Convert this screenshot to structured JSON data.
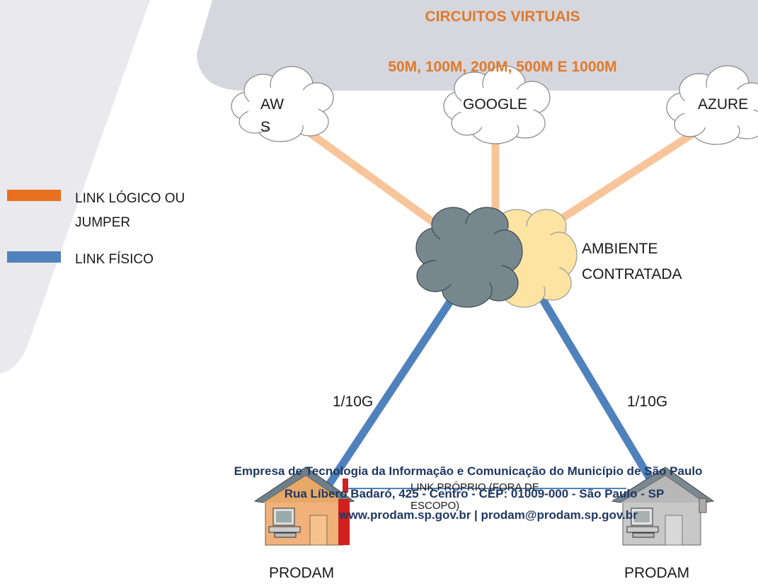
{
  "header": {
    "title": "CIRCUITOS VIRTUAIS",
    "speeds": "50M, 100M, 200M, 500M E 1000M"
  },
  "clouds": {
    "aws": "AW",
    "aws_wrap": "S",
    "google": "GOOGLE",
    "azure": "AZURE"
  },
  "legend": {
    "logical_line1": "LINK LÓGICO OU",
    "logical_line2": "JUMPER",
    "physical": "LINK FÍSICO",
    "logical_color": "#e8701f",
    "physical_color": "#4f81bd"
  },
  "core": {
    "line1": "AMBIENTE",
    "line2": "CONTRATADA"
  },
  "links": {
    "left_speed": "1/10G",
    "right_speed": "1/10G",
    "own_line1": "LINK PRÓPRIO (FORA DE",
    "own_line2": "ESCOPO)"
  },
  "footer": {
    "line1": "Empresa de Tecnologia da Informação e Comunicação do Município de São Paulo",
    "line2": "Rua Líbero Badaró, 425 - Centro - CEP: 01009-000 - São Paulo - SP",
    "line3": "www.prodam.sp.gov.br | prodam@prodam.sp.gov.br"
  },
  "sites": {
    "left": "PRODAM",
    "right": "PRODAM"
  }
}
